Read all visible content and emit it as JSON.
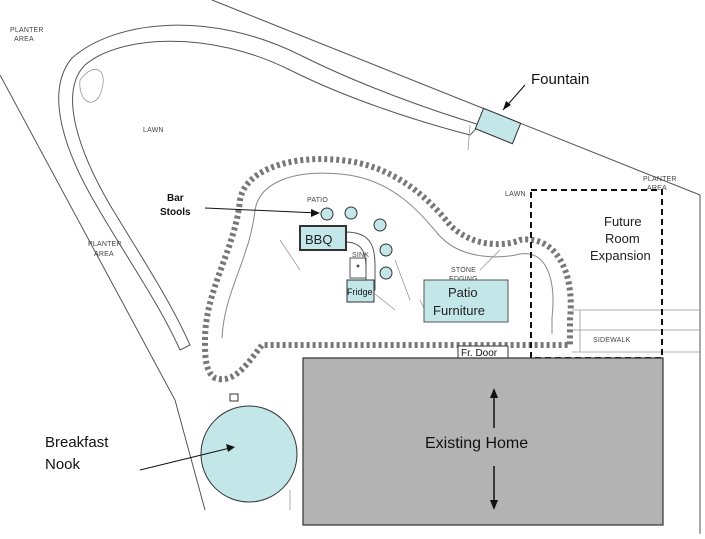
{
  "sketch_labels": {
    "planter_area_top_left": [
      "PLANTER",
      "AREA"
    ],
    "planter_area_left": [
      "PLANTER",
      "AREA"
    ],
    "planter_area_right": [
      "PLANTER",
      "AREA"
    ],
    "lawn_top": "LAWN",
    "lawn_right": "LAWN",
    "patio": "PATIO",
    "sink": "SINK",
    "stone_edging": [
      "STONE",
      "EDGING"
    ],
    "sidewalk": "SIDEWALK"
  },
  "callouts": {
    "fountain": "Fountain",
    "bar_stools": [
      "Bar",
      "Stools"
    ],
    "bbq": "BBQ",
    "fridge": "Fridge",
    "patio_furniture": [
      "Patio",
      "Furniture"
    ],
    "future_room_expansion": [
      "Future",
      "Room",
      "Expansion"
    ],
    "front_door": "Fr. Door",
    "breakfast_nook": [
      "Breakfast",
      "Nook"
    ],
    "existing_home": "Existing Home"
  },
  "colors": {
    "feature_fill": "#c3e6e8",
    "home_fill": "#b3b3b3",
    "sketch_line": "#555555"
  }
}
